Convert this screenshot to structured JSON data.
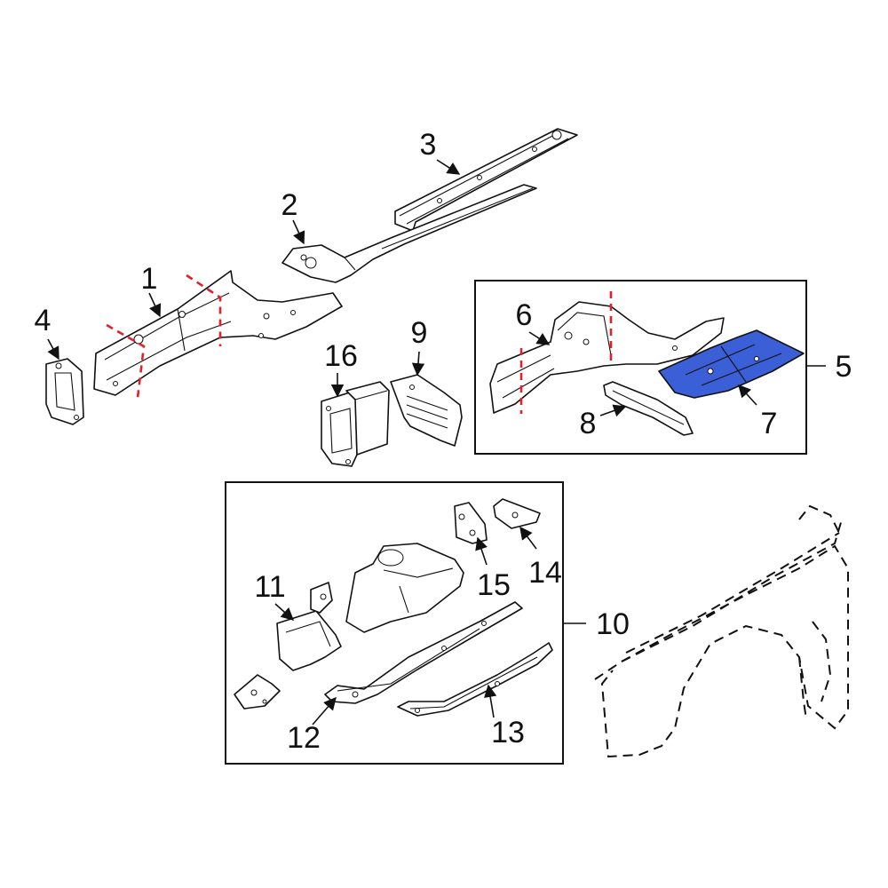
{
  "colors": {
    "cut_line": "#e0202a",
    "highlight_fill": "#3a5fd6",
    "outline": "#111111"
  },
  "callouts": {
    "c1": "1",
    "c2": "2",
    "c3": "3",
    "c4": "4",
    "c5": "5",
    "c6": "6",
    "c7": "7",
    "c8": "8",
    "c9": "9",
    "c10": "10",
    "c11": "11",
    "c12": "12",
    "c13": "13",
    "c14": "14",
    "c15": "15",
    "c16": "16"
  },
  "highlighted_part": "7"
}
